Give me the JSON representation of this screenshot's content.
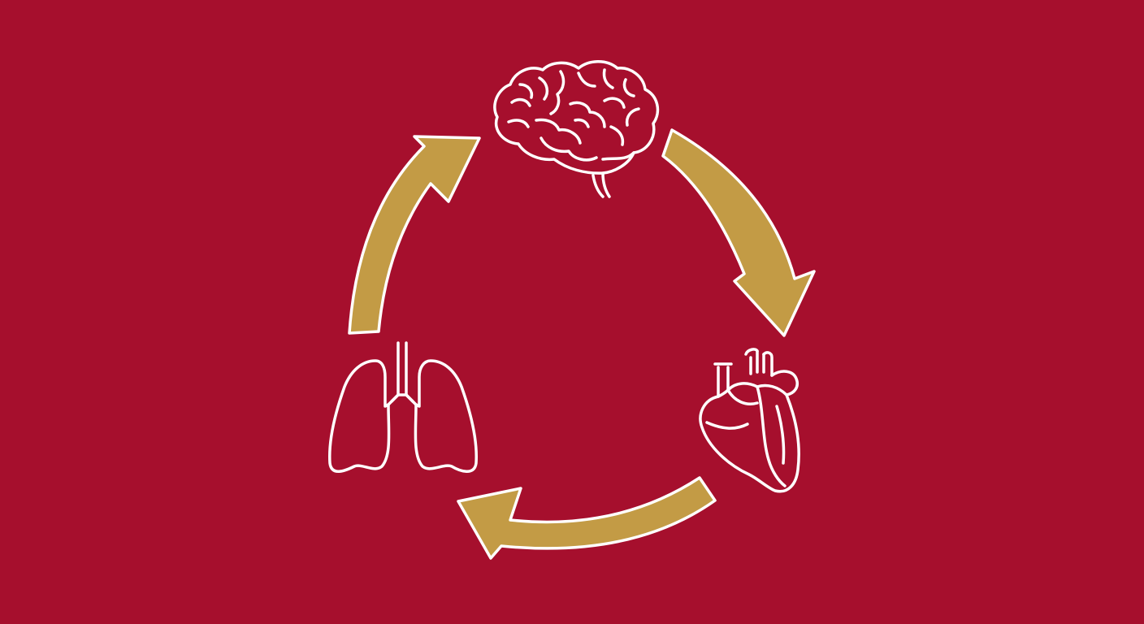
{
  "colors": {
    "background": "#a60f2d",
    "arrow_fill": "#c39b45",
    "outline": "#ffffff"
  },
  "cycle": {
    "nodes": [
      {
        "id": "brain",
        "icon": "brain-icon"
      },
      {
        "id": "heart",
        "icon": "heart-icon"
      },
      {
        "id": "lungs",
        "icon": "lungs-icon"
      }
    ],
    "arrows": [
      {
        "from": "brain",
        "to": "heart",
        "direction": "clockwise"
      },
      {
        "from": "heart",
        "to": "lungs",
        "direction": "clockwise"
      },
      {
        "from": "lungs",
        "to": "brain",
        "direction": "clockwise"
      }
    ]
  }
}
